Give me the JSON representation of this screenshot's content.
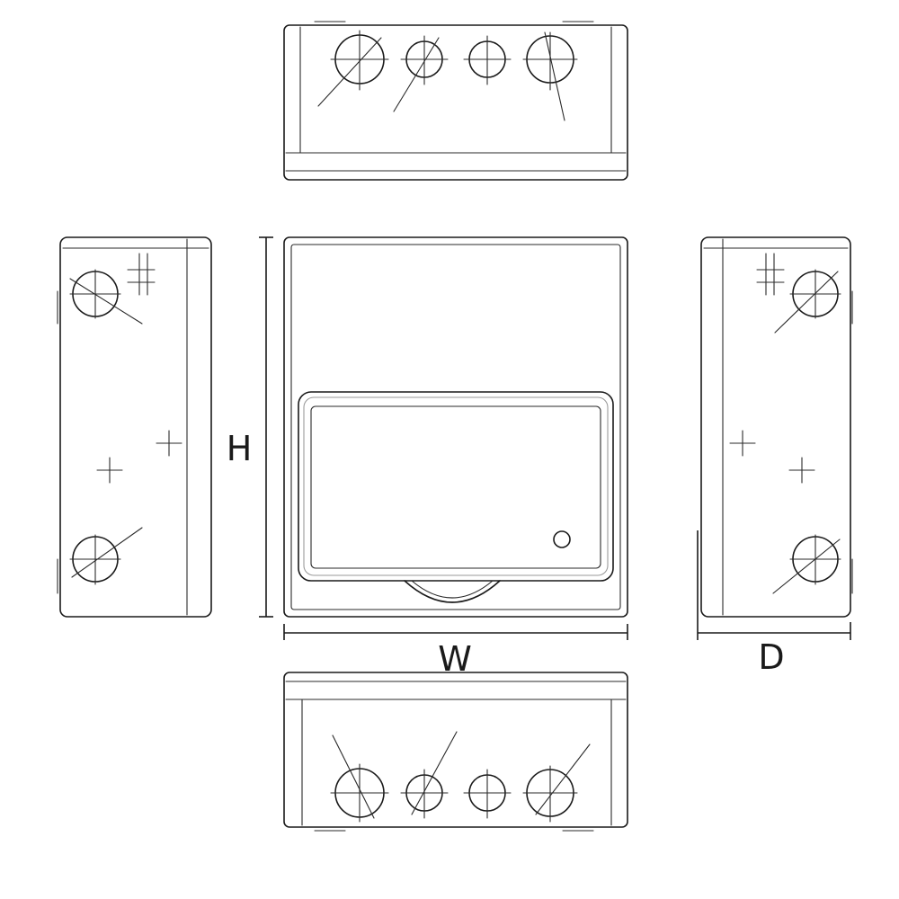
{
  "dimensions": {
    "height_label": "H",
    "width_label": "W",
    "depth_label": "D"
  },
  "views": [
    {
      "name": "top-view",
      "knockouts": 4
    },
    {
      "name": "left-side-view",
      "knockouts": 2
    },
    {
      "name": "front-view",
      "window": true
    },
    {
      "name": "right-side-view",
      "knockouts": 2
    },
    {
      "name": "bottom-view",
      "knockouts": 4
    }
  ],
  "colors": {
    "line": "#1a1a1a",
    "background": "#ffffff"
  }
}
